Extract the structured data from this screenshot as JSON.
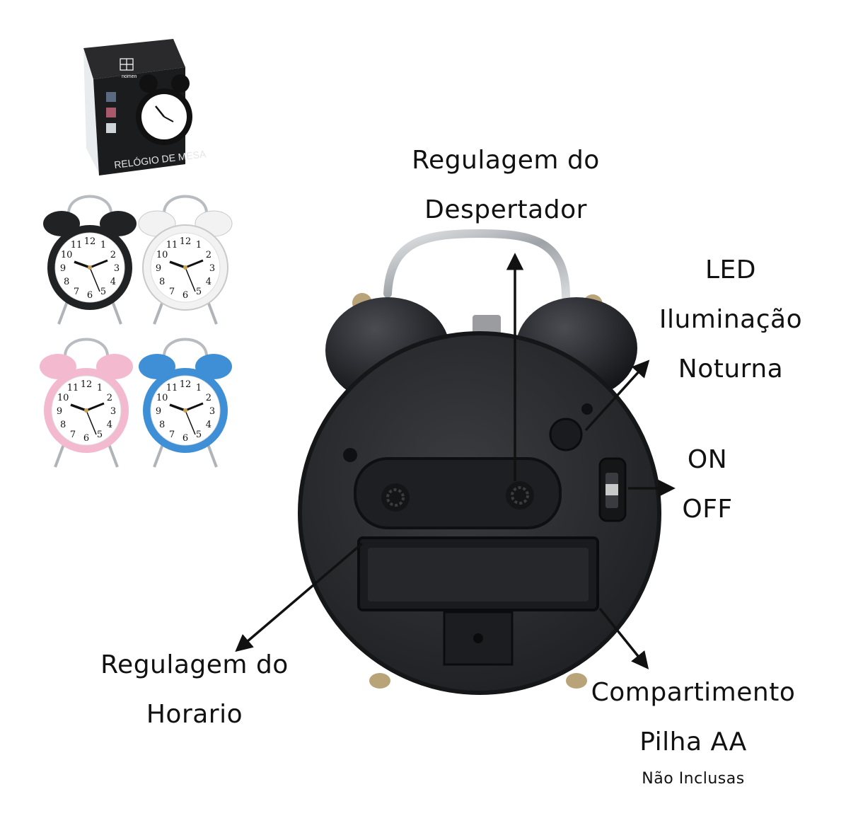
{
  "colors": {
    "clock_body": "#2b2d30",
    "clock_rim": "#1c1d20",
    "chrome": "#b8bcc0",
    "variant_black": "#202224",
    "variant_white": "#f2f2f2",
    "variant_pink": "#f3b9cf",
    "variant_blue": "#3f8fd6",
    "arrow": "#111111"
  },
  "box": {
    "brand": "nomen",
    "product_name": "RELÓGIO DE MESA"
  },
  "variants": [
    {
      "color": "black",
      "icon": "alarm-clock-icon"
    },
    {
      "color": "white",
      "icon": "alarm-clock-icon"
    },
    {
      "color": "pink",
      "icon": "alarm-clock-icon"
    },
    {
      "color": "blue",
      "icon": "alarm-clock-icon"
    }
  ],
  "dial_numbers": [
    "12",
    "1",
    "2",
    "3",
    "4",
    "5",
    "6",
    "7",
    "8",
    "9",
    "10",
    "11"
  ],
  "labels": {
    "alarm_adjust": {
      "line1": "Regulagem do",
      "line2": "Despertador"
    },
    "led": {
      "line1": "LED",
      "line2": "Iluminação",
      "line3": "Noturna"
    },
    "switch": {
      "line1": "ON",
      "line2": "OFF"
    },
    "time_adjust": {
      "line1": "Regulagem do",
      "line2": "Horario"
    },
    "battery": {
      "line1": "Compartimento",
      "line2": "Pilha AA",
      "note": "Não Inclusas"
    }
  }
}
